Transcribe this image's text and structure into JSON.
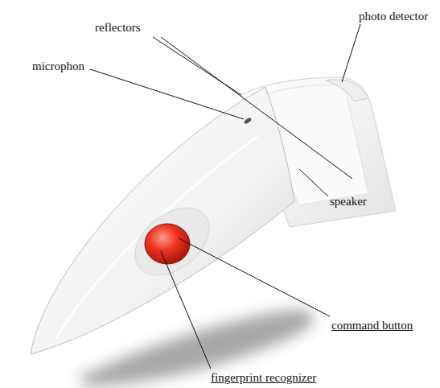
{
  "diagram": {
    "labels": [
      "reflectors",
      "photo detector",
      "microphon",
      "speaker",
      "command button",
      "fingerprint recognizer"
    ]
  }
}
